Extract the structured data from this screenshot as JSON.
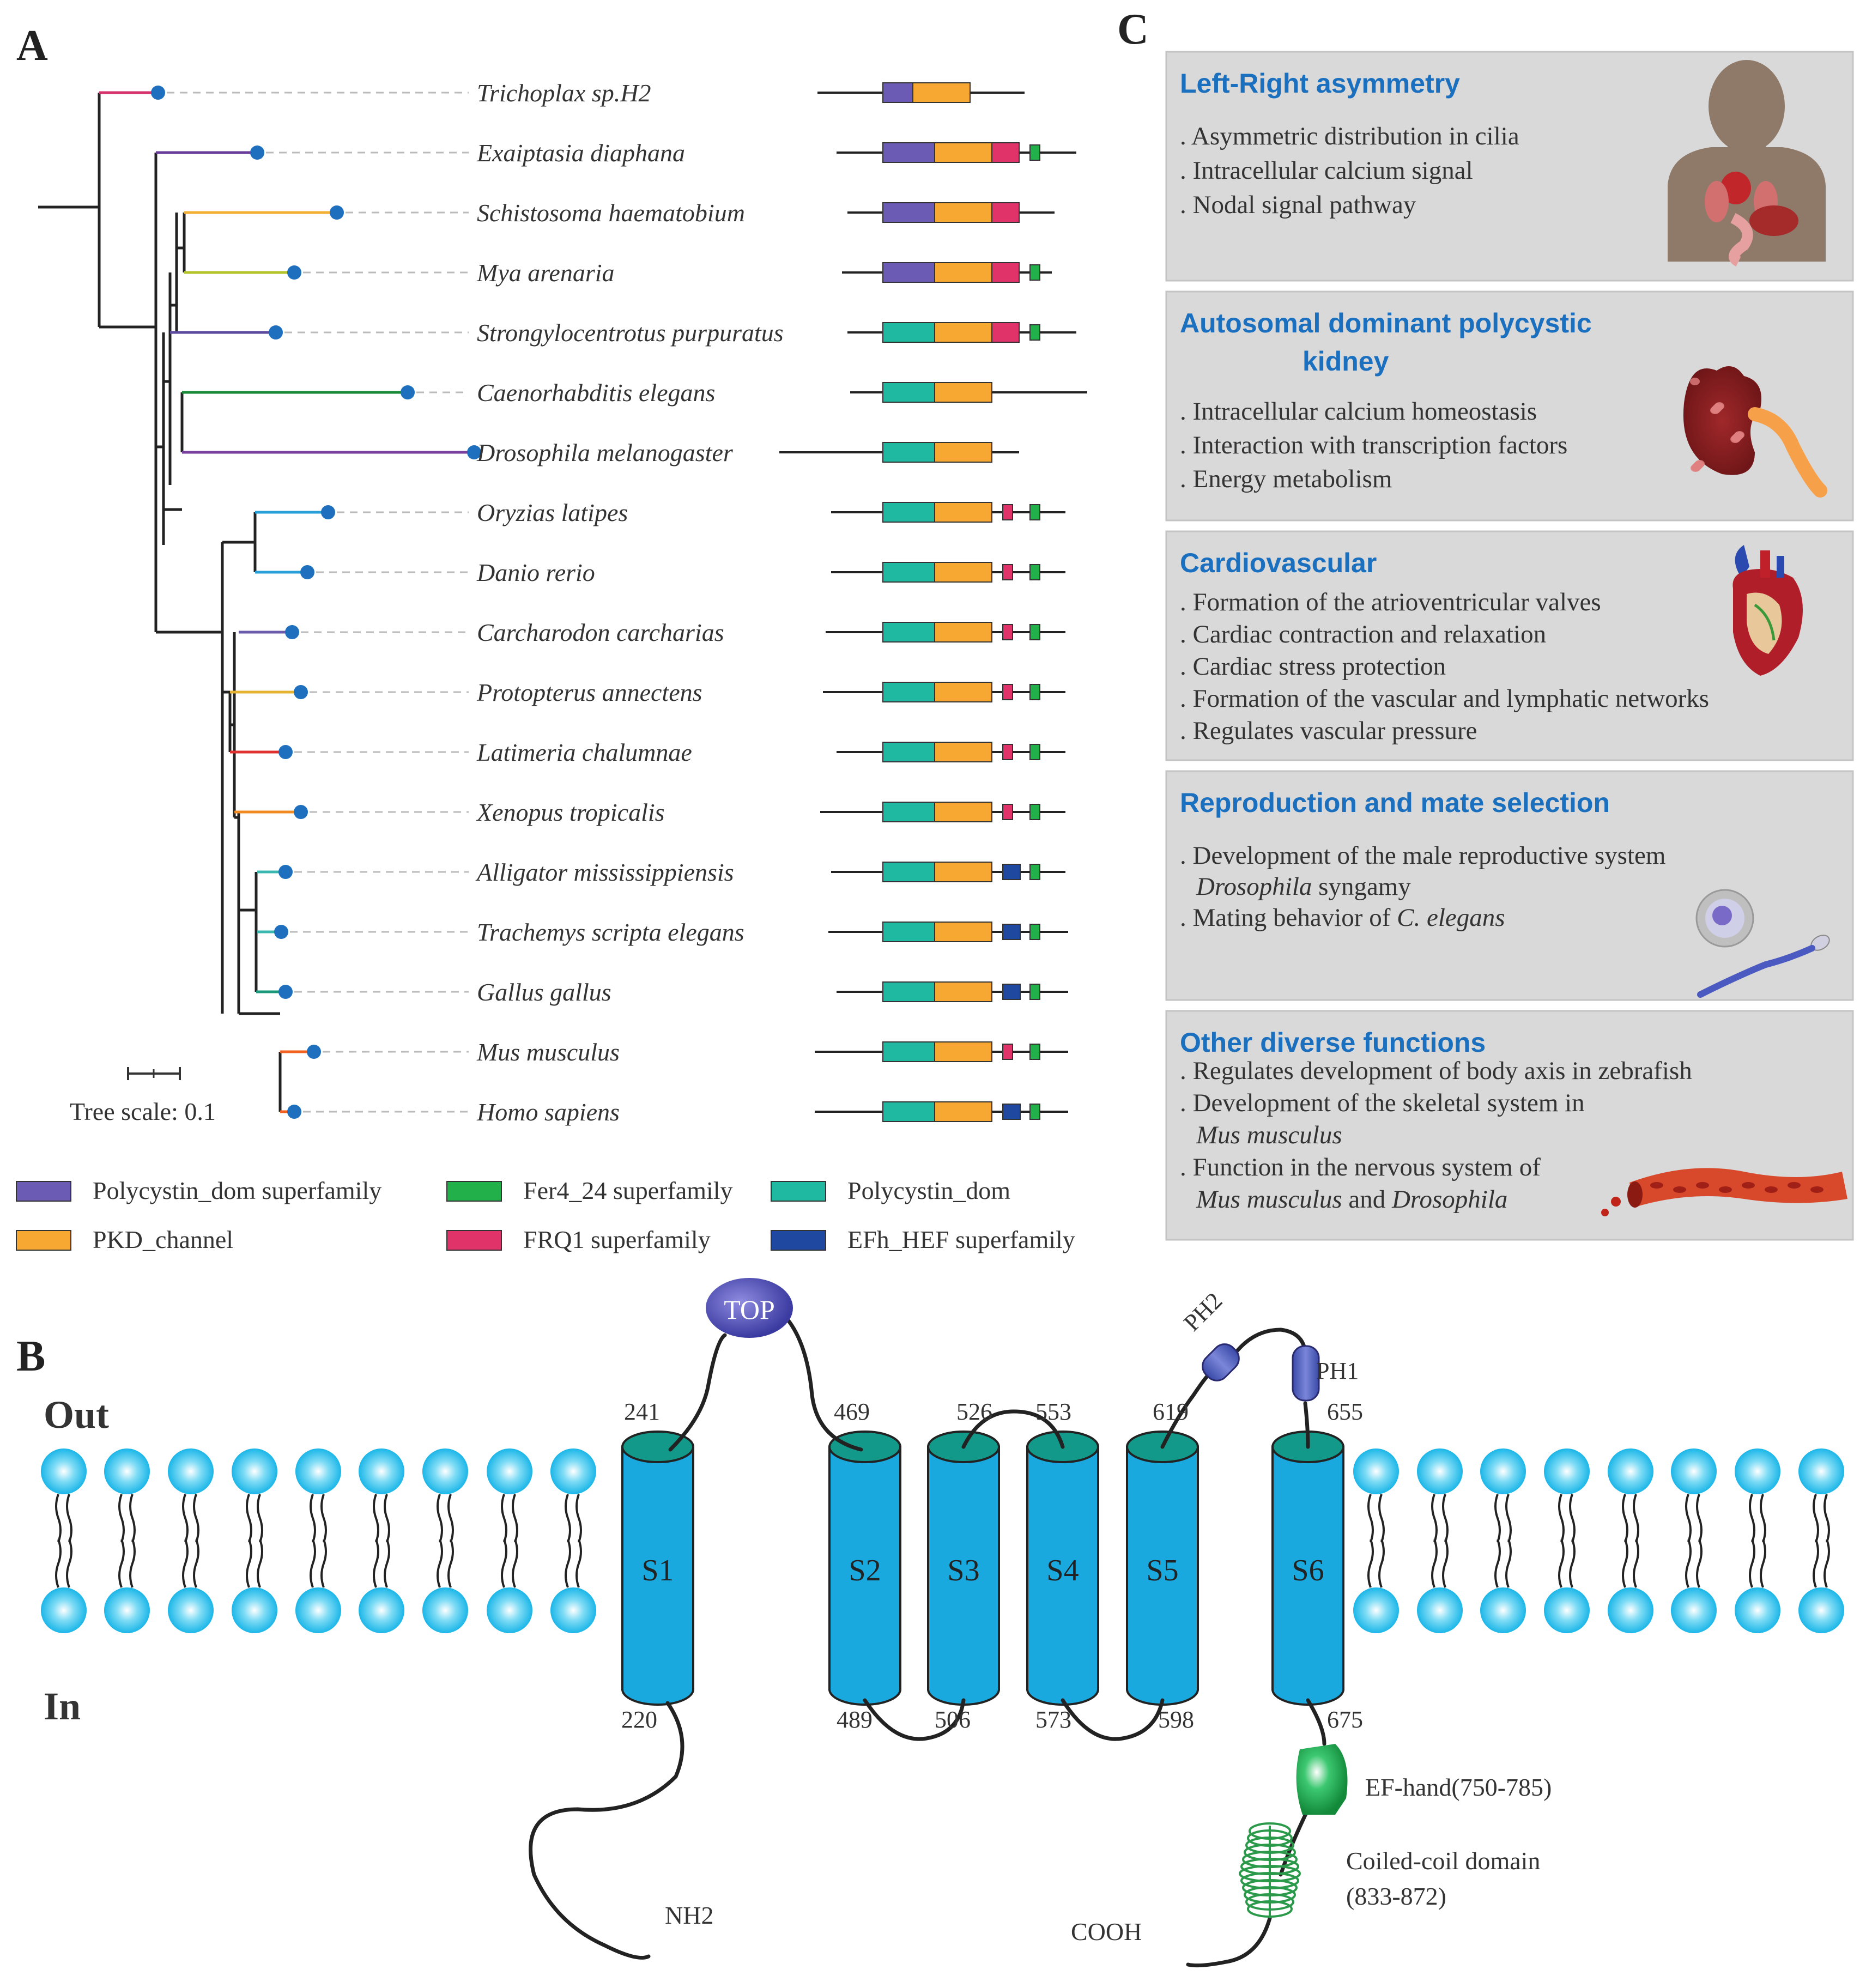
{
  "panel_labels": {
    "a": "A",
    "b": "B",
    "c": "C"
  },
  "tree": {
    "scale_label": "Tree scale: 0.1",
    "species": [
      {
        "name": "Trichoplax sp.H2",
        "branch_color": "#d6336c",
        "domains": [
          "purple",
          "orange"
        ]
      },
      {
        "name": "Exaiptasia diaphana",
        "branch_color": "#6a3d9a",
        "domains": [
          "purple",
          "orange",
          "pink",
          "green"
        ]
      },
      {
        "name": "Schistosoma haematobium",
        "branch_color": "#f2b134",
        "domains": [
          "purple",
          "orange",
          "pink"
        ]
      },
      {
        "name": "Mya arenaria",
        "branch_color": "#b5c42a",
        "domains": [
          "purple",
          "orange",
          "pink",
          "green"
        ]
      },
      {
        "name": "Strongylocentrotus purpuratus",
        "branch_color": "#5b4a9e",
        "domains": [
          "teal",
          "orange",
          "pink",
          "green"
        ]
      },
      {
        "name": "Caenorhabditis elegans",
        "branch_color": "#1a8a3a",
        "domains": [
          "teal",
          "orange"
        ]
      },
      {
        "name": "Drosophila melanogaster",
        "branch_color": "#7b3fa0",
        "domains": [
          "teal",
          "orange"
        ]
      },
      {
        "name": "Oryzias latipes",
        "branch_color": "#2aa0d8",
        "domains": [
          "teal",
          "orange",
          "pink",
          "green"
        ]
      },
      {
        "name": "Danio rerio",
        "branch_color": "#2aa0d8",
        "domains": [
          "teal",
          "orange",
          "pink",
          "green"
        ]
      },
      {
        "name": "Carcharodon carcharias",
        "branch_color": "#6a5aaa",
        "domains": [
          "teal",
          "orange",
          "pink",
          "green"
        ]
      },
      {
        "name": "Protopterus annectens",
        "branch_color": "#e6b030",
        "domains": [
          "teal",
          "orange",
          "pink",
          "green"
        ]
      },
      {
        "name": "Latimeria chalumnae",
        "branch_color": "#e03030",
        "domains": [
          "teal",
          "orange",
          "pink",
          "green"
        ]
      },
      {
        "name": "Xenopus tropicalis",
        "branch_color": "#f08a20",
        "domains": [
          "teal",
          "orange",
          "pink",
          "green"
        ]
      },
      {
        "name": "Alligator mississippiensis",
        "branch_color": "#3ab8b0",
        "domains": [
          "teal",
          "orange",
          "blue",
          "green"
        ]
      },
      {
        "name": "Trachemys scripta elegans",
        "branch_color": "#3ab8b0",
        "domains": [
          "teal",
          "orange",
          "blue",
          "green"
        ]
      },
      {
        "name": "Gallus gallus",
        "branch_color": "#1a9a7a",
        "domains": [
          "teal",
          "orange",
          "blue",
          "green"
        ]
      },
      {
        "name": "Mus musculus",
        "branch_color": "#f06020",
        "domains": [
          "teal",
          "orange",
          "pink",
          "green"
        ]
      },
      {
        "name": "Homo sapiens",
        "branch_color": "#f06020",
        "domains": [
          "teal",
          "orange",
          "blue",
          "green"
        ]
      }
    ],
    "legend": [
      {
        "label": "Polycystin_dom superfamily",
        "color": "#6b5bb5"
      },
      {
        "label": "PKD_channel",
        "color": "#f7a833"
      },
      {
        "label": "Fer4_24 superfamily",
        "color": "#22b04b"
      },
      {
        "label": "FRQ1 superfamily",
        "color": "#e0336a"
      },
      {
        "label": "Polycystin_dom",
        "color": "#1fb8a0"
      },
      {
        "label": "EFh_HEF superfamily",
        "color": "#1f48a0"
      }
    ]
  },
  "functions": [
    {
      "title": "Left-Right asymmetry",
      "icon": "human-torso-organs-icon",
      "items": [
        ". Asymmetric distribution in cilia",
        ". Intracellular calcium signal",
        ". Nodal signal pathway"
      ]
    },
    {
      "title": "Autosomal dominant polycystic",
      "title2": "kidney",
      "icon": "polycystic-kidney-icon",
      "items": [
        ". Intracellular calcium homeostasis",
        ". Interaction with transcription factors",
        ". Energy metabolism"
      ]
    },
    {
      "title": "Cardiovascular",
      "icon": "heart-icon",
      "items": [
        ". Formation of the atrioventricular valves",
        ". Cardiac contraction and relaxation",
        ". Cardiac stress protection",
        ". Formation of the vascular and lymphatic networks",
        ". Regulates vascular pressure"
      ]
    },
    {
      "title": "Reproduction and mate selection",
      "icon": "egg-and-sperm-icon",
      "items": [
        ". Development of the male reproductive system",
        "Drosophila|| syngamy",
        ". Mating behavior of ||C. elegans"
      ]
    },
    {
      "title": "Other diverse functions",
      "icon": "blood-vessel-icon",
      "items": [
        ". Regulates development of body axis in zebrafish",
        ". Development of the skeletal system in",
        "Mus musculus",
        ". Function in the nervous system of",
        "Mus musculus|| and ||Drosophila"
      ]
    }
  ],
  "protein": {
    "out_label": "Out",
    "in_label": "In",
    "helices": [
      "S1",
      "S2",
      "S3",
      "S4",
      "S5",
      "S6"
    ],
    "residues": {
      "s1_top": "241",
      "s1_bottom": "220",
      "s2_top": "469",
      "s2_bottom": "489",
      "s3_top": "526",
      "s3_bottom": "506",
      "s4_top": "553",
      "s4_bottom": "573",
      "s5_top": "619",
      "s5_bottom": "598",
      "s6_top": "655",
      "s6_bottom": "675"
    },
    "top_label": "TOP",
    "ph1_label": "PH1",
    "ph2_label": "PH2",
    "ef_hand_label": "EF-hand(750-785)",
    "coiled_coil_label": "Coiled-coil domain",
    "coiled_coil_range": "(833-872)",
    "nterm_label": "NH2",
    "cterm_label": "COOH"
  }
}
